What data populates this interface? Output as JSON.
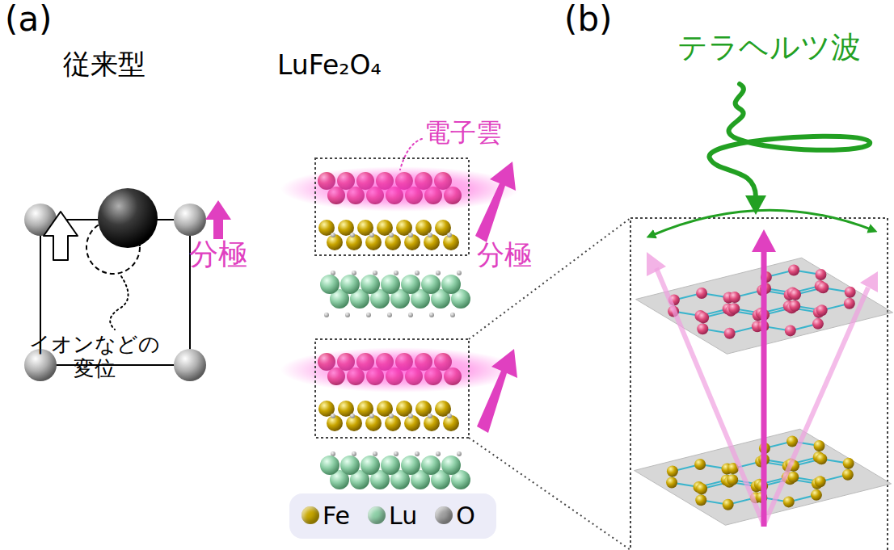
{
  "diagram": {
    "labels": [
      "(a)",
      "従来型",
      "LuFe₂O₄",
      "電子雲",
      "分極",
      "分極",
      "イオンなどの 変位",
      "(b)",
      "テラヘルツ波"
    ],
    "legend": [
      {
        "text": "Fe",
        "color": "#c8a800"
      },
      {
        "text": "Lu",
        "color": "#8fd0a8"
      },
      {
        "text": "O",
        "color": "#a0a0a0"
      }
    ]
  }
}
